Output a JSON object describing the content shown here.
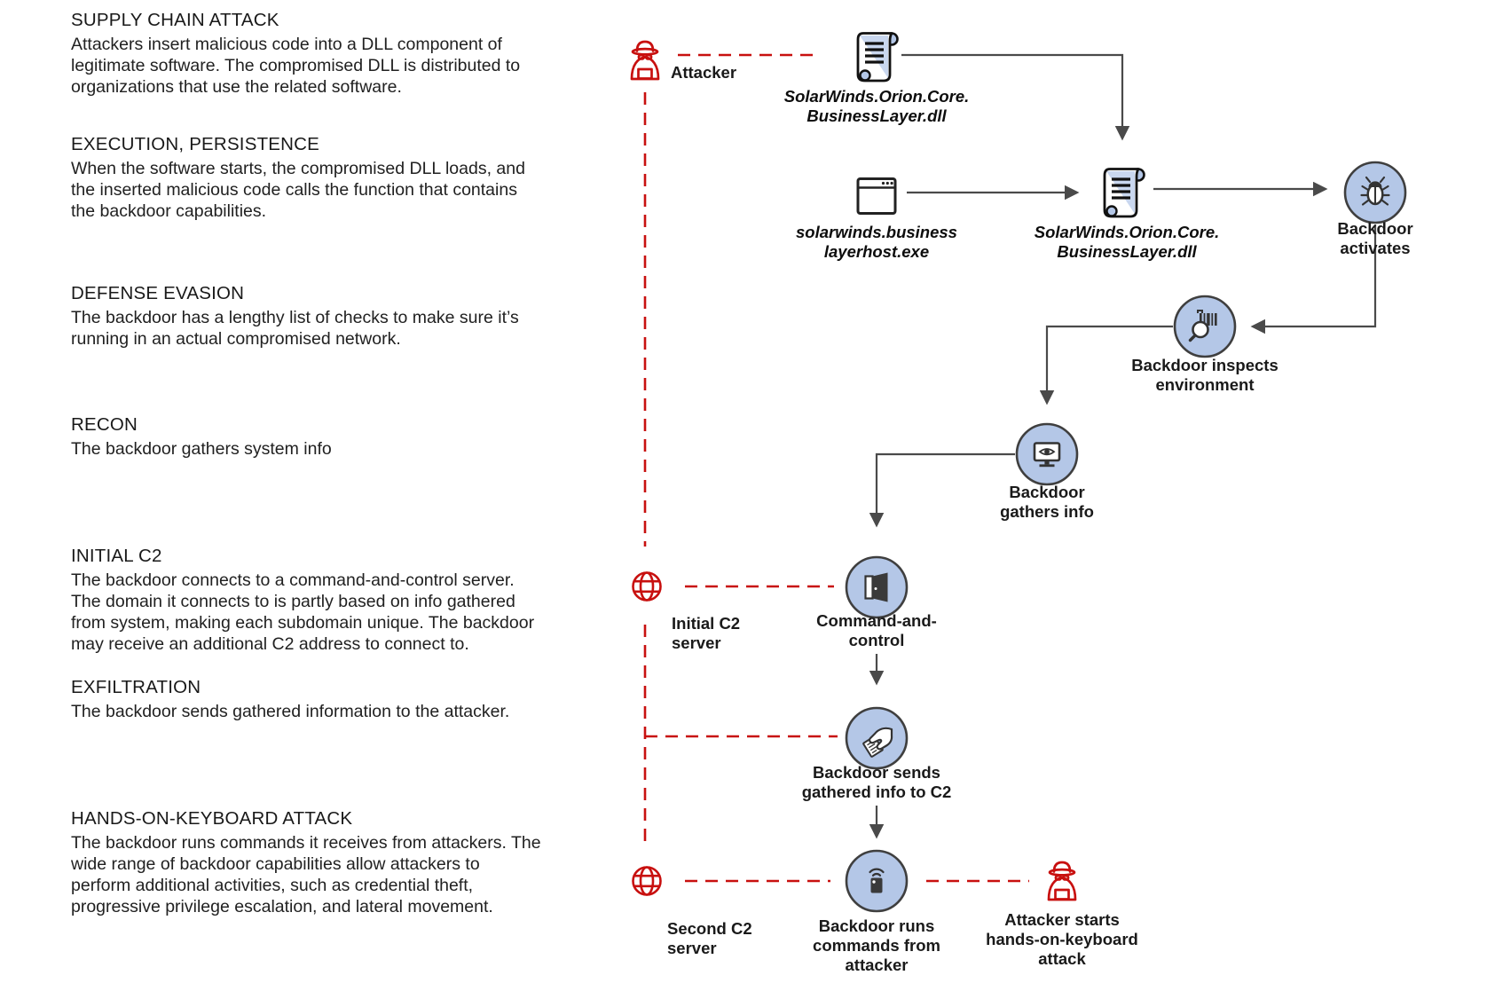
{
  "sections": [
    {
      "title": "SUPPLY CHAIN ATTACK",
      "body": "Attackers insert malicious code into a DLL component of\nlegitimate software. The compromised DLL is distributed to\norganizations that use the related software."
    },
    {
      "title": "EXECUTION, PERSISTENCE",
      "body": "When the software starts, the compromised DLL loads, and\nthe inserted malicious code calls the function that contains\nthe backdoor capabilities."
    },
    {
      "title": "DEFENSE EVASION",
      "body": "The backdoor has a lengthy list of checks to make sure it’s\nrunning in an actual compromised network."
    },
    {
      "title": "RECON",
      "body": "The backdoor gathers system info"
    },
    {
      "title": "INITIAL C2",
      "body": "The backdoor connects to a command-and-control server.\nThe domain it connects to is partly based on info gathered\nfrom system, making each subdomain unique. The backdoor\nmay receive an additional C2 address to connect to."
    },
    {
      "title": "EXFILTRATION",
      "body": "The backdoor sends gathered information to the attacker."
    },
    {
      "title": "HANDS-ON-KEYBOARD ATTACK",
      "body": "The backdoor runs commands it receives from attackers. The\nwide range of backdoor capabilities allow attackers to\nperform additional activities, such as credential theft,\nprogressive privilege escalation, and lateral movement."
    }
  ],
  "flow": {
    "attacker": {
      "label": "Attacker",
      "icon": "spy-attacker-icon"
    },
    "dll_compromised": {
      "label": "SolarWinds.Orion.Core.\nBusinessLayer.dll",
      "icon": "scroll-file-icon"
    },
    "exe_host": {
      "label": "solarwinds.business\nlayerhost.exe",
      "icon": "app-window-icon"
    },
    "dll_loaded": {
      "label": "SolarWinds.Orion.Core.\nBusinessLayer.dll",
      "icon": "scroll-file-icon"
    },
    "backdoor_activates": {
      "label": "Backdoor\nactivates",
      "icon": "bug-icon"
    },
    "backdoor_inspects": {
      "label": "Backdoor inspects\nenvironment",
      "icon": "magnifier-barcode-icon"
    },
    "backdoor_gathers": {
      "label": "Backdoor\ngathers info",
      "icon": "monitor-eye-icon"
    },
    "command_and_control": {
      "label": "Command-and-\ncontrol",
      "icon": "open-door-icon"
    },
    "initial_c2": {
      "label": "Initial C2\nserver",
      "icon": "globe-icon"
    },
    "backdoor_sends": {
      "label": "Backdoor sends\ngathered info to C2",
      "icon": "hand-sends-info-icon"
    },
    "second_c2": {
      "label": "Second C2\nserver",
      "icon": "globe-icon"
    },
    "backdoor_runs": {
      "label": "Backdoor runs\ncommands from\nattacker",
      "icon": "remote-device-icon"
    },
    "attacker_hok": {
      "label": "Attacker starts\nhands-on-keyboard\nattack",
      "icon": "spy-attacker-icon"
    }
  },
  "colors": {
    "accent_red": "#c8100f",
    "node_fill": "#b4c7e7",
    "node_stroke": "#3f3f3f",
    "connector": "#4a4a4a",
    "text": "#1a1a1a",
    "background": "#ffffff"
  }
}
